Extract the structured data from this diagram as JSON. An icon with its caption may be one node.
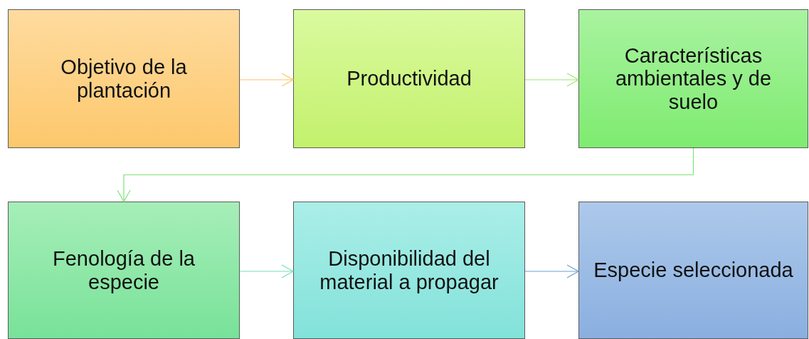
{
  "diagram": {
    "nodes": [
      {
        "text": [
          "Objetivo de la plantación"
        ]
      },
      {
        "text": [
          "Productividad"
        ]
      },
      {
        "text": [
          "Características ambientales y de suelo"
        ]
      },
      {
        "text": [
          "Fenología de la especie"
        ]
      },
      {
        "text": [
          "Disponibilidad del material a propagar"
        ]
      },
      {
        "text": [
          "Especie seleccionada"
        ]
      }
    ],
    "edges": [
      {
        "from": 0,
        "to": 1,
        "arrow": "to",
        "color": "#fcc463"
      },
      {
        "from": 1,
        "to": 2,
        "arrow": "to",
        "color": "#9be86c"
      },
      {
        "from": 2,
        "to": 3,
        "arrow": "to",
        "color": "#7de579"
      },
      {
        "from": 3,
        "to": 4,
        "arrow": "to",
        "color": "#78dfb4"
      },
      {
        "from": 4,
        "to": 5,
        "arrow": "to",
        "color": "#6b9fd3"
      }
    ]
  }
}
